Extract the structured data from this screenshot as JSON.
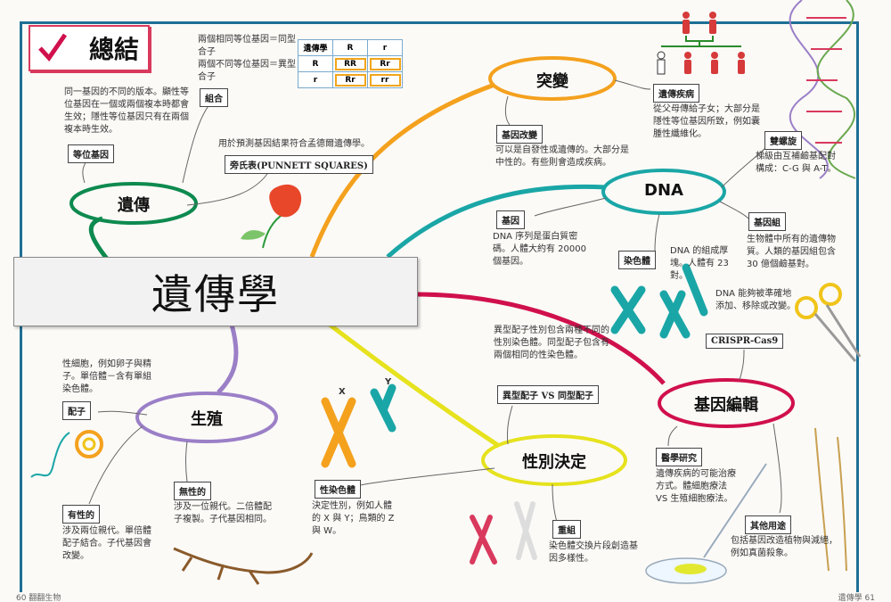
{
  "summary_title": "總結",
  "center_title": "遺傳學",
  "nodes": {
    "heredity": "遺傳",
    "mutation": "突變",
    "dna": "DNA",
    "reproduction": "生殖",
    "sex_determination": "性別決定",
    "gene_editing": "基因編輯"
  },
  "punnett": {
    "header": [
      "遺傳學",
      "R",
      "r"
    ],
    "rows": [
      [
        "R",
        "RR",
        "Rr"
      ],
      [
        "r",
        "Rr",
        "rr"
      ]
    ]
  },
  "labels": {
    "homo_hetero": "兩個相同等位基因＝同型合子\n兩個不同等位基因＝異型合子",
    "genotype": "組合",
    "allele_desc": "同一基因的不同的版本。顯性等位基因在一個或兩個複本時都會生效；隱性等位基因只有在兩個複本時生效。",
    "allele": "等位基因",
    "punnett_desc": "用於預測基因結果符合孟德爾遺傳學。",
    "punnett_sq": "旁氏表(PUNNETT SQUARES)",
    "genetic_disease": "遺傳疾病",
    "genetic_disease_desc": "從父母傳給子女；大部分是隱性等位基因所致，例如囊腫性纖維化。",
    "gene_change": "基因改變",
    "gene_change_desc": "可以是自發性或遺傳的。大部分是中性的。有些則會造成疾病。",
    "double_helix": "雙螺旋",
    "double_helix_desc": "梯級由互補鹼基配對構成：C-G 與 A-T。",
    "gene": "基因",
    "gene_desc": "DNA 序列是蛋白質密碼。人體大約有 20000 個基因。",
    "genome": "基因組",
    "genome_desc": "生物體中所有的遺傳物質。人類的基因組包含 30 億個鹼基對。",
    "chromosome": "染色體",
    "chromosome_desc": "DNA 的組成厚塊。人體有 23 對。",
    "crispr_desc": "DNA 能夠被準確地添加、移除或改變。",
    "crispr": "CRISPR-Cas9",
    "gamete_desc": "異型配子性別包含兩種不同的性別染色體。同型配子包含有兩個相同的性染色體。",
    "gamete_type": "異型配子 VS 同型配子",
    "sex_cell_desc": "性細胞，例如卵子與精子。單倍體－含有單組染色體。",
    "gamete": "配子",
    "asexual": "無性的",
    "asexual_desc": "涉及一位親代。二倍體配子複製。子代基因相同。",
    "sexual": "有性的",
    "sexual_desc": "涉及兩位親代。單倍體配子結合。子代基因會改變。",
    "sex_chromosome": "性染色體",
    "sex_chromosome_desc": "決定性別，例如人體的 X 與 Y；鳥類的 Z 與 W。",
    "recombination": "重組",
    "recombination_desc": "染色體交換片段創造基因多樣性。",
    "medical": "醫學研究",
    "medical_desc": "遺傳疾病的可能治療方式。體細胞療法 VS 生殖細胞療法。",
    "other_use": "其他用途",
    "other_use_desc": "包括基因改造植物與減絕，例如真菌殺象。",
    "chrom_x": "X",
    "chrom_y": "Y"
  },
  "footer": {
    "left": "60 翻翻生物",
    "right": "遺傳學 61"
  },
  "colors": {
    "frame": "#1f6f94",
    "heredity": "#0e8a4f",
    "mutation": "#f4a11e",
    "dna": "#1aa6a6",
    "reproduction": "#9b7fc7",
    "sex_determination": "#e6e21e",
    "gene_editing": "#d0104c",
    "accent": "#d9395d"
  },
  "icons": [
    "check-icon",
    "flower-icon",
    "family-tree-icon",
    "dna-helix-icon",
    "chromosome-icon",
    "scissors-icon",
    "lizard-icon",
    "petri-dish-icon",
    "wheat-icon",
    "xy-chromosome-icon",
    "egg-cell-icon",
    "sperm-icon"
  ]
}
